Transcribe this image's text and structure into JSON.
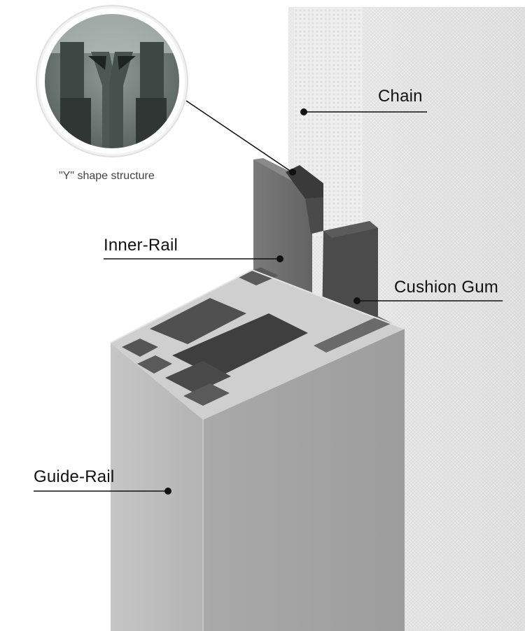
{
  "inset": {
    "caption": "\"Y\" shape structure"
  },
  "callouts": {
    "chain": "Chain",
    "inner_rail": "Inner-Rail",
    "cushion_gum": "Cushion Gum",
    "guide_rail": "Guide-Rail"
  },
  "colors": {
    "rail_front": "#b9b9b9",
    "rail_side": "#a3a3a3",
    "inner_rail": "#6c6c6c",
    "cushion_gum": "#4a4a4a",
    "mesh": "#e6e6e6",
    "leader_line": "#111111"
  }
}
